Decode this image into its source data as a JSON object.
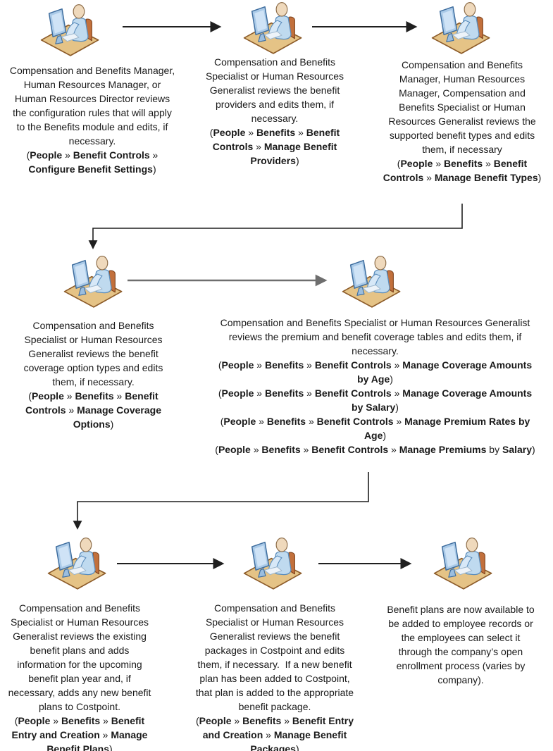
{
  "colors": {
    "text": "#1a1a1a",
    "arrow": "#1f1f1f",
    "arrow_secondary": "#6e6e6e",
    "desk_fill": "#E5C386",
    "desk_stroke": "#8C5B29",
    "chair_fill": "#C2703C",
    "chair_stroke": "#7E431D",
    "head_fill": "#EFD9BC",
    "head_stroke": "#8F6F4B",
    "body_fill": "#BFDAEF",
    "body_stroke": "#5B8DBC",
    "arm_fill": "#D7E8F7",
    "kbd_fill": "#EDF3F9",
    "kbd_stroke": "#9FB8CE",
    "monitor_fill": "#AACAE8",
    "monitor_stroke": "#3E6D9E",
    "screen_fill": "#CFE3F6",
    "stand_fill": "#9BBEDF"
  },
  "icon_legend": {
    "person": "person-at-computer-icon"
  },
  "flow": [
    {
      "from": "step-1",
      "to": "step-2"
    },
    {
      "from": "step-2",
      "to": "step-3"
    },
    {
      "from": "step-3",
      "to": "step-4"
    },
    {
      "from": "step-4",
      "to": "step-5"
    },
    {
      "from": "step-5",
      "to": "step-6"
    },
    {
      "from": "step-6",
      "to": "step-7"
    },
    {
      "from": "step-7",
      "to": "step-8"
    }
  ],
  "steps": [
    {
      "name": "step-1",
      "segments": [
        {
          "t": "Compensation and Benefits Manager, Human Resources Manager, or Human Resources Director reviews the configuration rules that will apply to the Benefits module and edits, if necessary.\n",
          "b": false
        },
        {
          "t": "(",
          "b": false
        },
        {
          "t": "People",
          "b": true
        },
        {
          "t": " » ",
          "b": false
        },
        {
          "t": "Benefit Controls",
          "b": true
        },
        {
          "t": " » ",
          "b": false
        },
        {
          "t": "Configure Benefit Settings",
          "b": true
        },
        {
          "t": ")",
          "b": false
        }
      ]
    },
    {
      "name": "step-2",
      "segments": [
        {
          "t": "Compensation and Benefits Specialist or Human Resources Generalist reviews the benefit providers and edits them, if necessary.\n",
          "b": false
        },
        {
          "t": "(",
          "b": false
        },
        {
          "t": "People",
          "b": true
        },
        {
          "t": " » ",
          "b": false
        },
        {
          "t": "Benefits",
          "b": true
        },
        {
          "t": " » ",
          "b": false
        },
        {
          "t": "Benefit Controls",
          "b": true
        },
        {
          "t": " » ",
          "b": false
        },
        {
          "t": "Manage Benefit Providers",
          "b": true
        },
        {
          "t": ")",
          "b": false
        }
      ]
    },
    {
      "name": "step-3",
      "segments": [
        {
          "t": "Compensation and Benefits Manager, Human Resources Manager, Compensation and Benefits Specialist or Human Resources Generalist reviews the supported benefit types and edits them, if necessary\n",
          "b": false
        },
        {
          "t": "(",
          "b": false
        },
        {
          "t": "People",
          "b": true
        },
        {
          "t": " » ",
          "b": false
        },
        {
          "t": "Benefits",
          "b": true
        },
        {
          "t": " » ",
          "b": false
        },
        {
          "t": "Benefit Controls",
          "b": true
        },
        {
          "t": " » ",
          "b": false
        },
        {
          "t": "Manage Benefit Types",
          "b": true
        },
        {
          "t": ")",
          "b": false
        }
      ]
    },
    {
      "name": "step-4",
      "segments": [
        {
          "t": "Compensation and Benefits Specialist or Human Resources Generalist reviews the benefit coverage option types and edits them, if necessary.\n",
          "b": false
        },
        {
          "t": "(",
          "b": false
        },
        {
          "t": "People",
          "b": true
        },
        {
          "t": " » ",
          "b": false
        },
        {
          "t": "Benefits",
          "b": true
        },
        {
          "t": " » ",
          "b": false
        },
        {
          "t": "Benefit Controls",
          "b": true
        },
        {
          "t": " » ",
          "b": false
        },
        {
          "t": "Manage Coverage Options",
          "b": true
        },
        {
          "t": ")",
          "b": false
        }
      ]
    },
    {
      "name": "step-5",
      "segments": [
        {
          "t": "Compensation and Benefits Specialist or Human Resources Generalist reviews the premium and benefit coverage tables and edits them, if necessary.\n",
          "b": false
        },
        {
          "t": "(",
          "b": false
        },
        {
          "t": "People",
          "b": true
        },
        {
          "t": " » ",
          "b": false
        },
        {
          "t": "Benefits",
          "b": true
        },
        {
          "t": " » ",
          "b": false
        },
        {
          "t": "Benefit Controls",
          "b": true
        },
        {
          "t": " » ",
          "b": false
        },
        {
          "t": "Manage Coverage Amounts by Age",
          "b": true
        },
        {
          "t": ")\n",
          "b": false
        },
        {
          "t": "(",
          "b": false
        },
        {
          "t": "People",
          "b": true
        },
        {
          "t": " » ",
          "b": false
        },
        {
          "t": "Benefits",
          "b": true
        },
        {
          "t": " » ",
          "b": false
        },
        {
          "t": "Benefit Controls",
          "b": true
        },
        {
          "t": " » ",
          "b": false
        },
        {
          "t": "Manage Coverage Amounts by Salary",
          "b": true
        },
        {
          "t": ")\n",
          "b": false
        },
        {
          "t": "(",
          "b": false
        },
        {
          "t": "People",
          "b": true
        },
        {
          "t": " » ",
          "b": false
        },
        {
          "t": "Benefits",
          "b": true
        },
        {
          "t": " » ",
          "b": false
        },
        {
          "t": "Benefit Controls",
          "b": true
        },
        {
          "t": " » ",
          "b": false
        },
        {
          "t": "Manage Premium Rates by Age",
          "b": true
        },
        {
          "t": ")\n",
          "b": false
        },
        {
          "t": "(",
          "b": false
        },
        {
          "t": "People",
          "b": true
        },
        {
          "t": " » ",
          "b": false
        },
        {
          "t": "Benefits",
          "b": true
        },
        {
          "t": " » ",
          "b": false
        },
        {
          "t": "Benefit Controls",
          "b": true
        },
        {
          "t": " » ",
          "b": false
        },
        {
          "t": "Manage Premiums",
          "b": true
        },
        {
          "t": " by ",
          "b": false
        },
        {
          "t": "Salary",
          "b": true
        },
        {
          "t": ")",
          "b": false
        }
      ]
    },
    {
      "name": "step-6",
      "segments": [
        {
          "t": "Compensation and Benefits Specialist or Human Resources Generalist reviews the existing benefit plans and adds information for the upcoming benefit plan year and, if necessary, adds any new benefit plans to Costpoint.\n",
          "b": false
        },
        {
          "t": "(",
          "b": false
        },
        {
          "t": "People",
          "b": true
        },
        {
          "t": " » ",
          "b": false
        },
        {
          "t": "Benefits",
          "b": true
        },
        {
          "t": " » ",
          "b": false
        },
        {
          "t": "Benefit Entry and Creation",
          "b": true
        },
        {
          "t": " » ",
          "b": false
        },
        {
          "t": "Manage Benefit Plans",
          "b": true
        },
        {
          "t": ")",
          "b": false
        }
      ]
    },
    {
      "name": "step-7",
      "segments": [
        {
          "t": "Compensation and Benefits Specialist or Human Resources Generalist reviews the benefit packages in Costpoint and edits them, if necessary.  If a new benefit plan has been added to Costpoint, that plan is added to the appropriate benefit package.\n",
          "b": false
        },
        {
          "t": "(",
          "b": false
        },
        {
          "t": "People",
          "b": true
        },
        {
          "t": " » ",
          "b": false
        },
        {
          "t": "Benefits",
          "b": true
        },
        {
          "t": " » ",
          "b": false
        },
        {
          "t": "Benefit Entry and Creation",
          "b": true
        },
        {
          "t": " » ",
          "b": false
        },
        {
          "t": "Manage Benefit Packages",
          "b": true
        },
        {
          "t": ")",
          "b": false
        }
      ]
    },
    {
      "name": "step-8",
      "segments": [
        {
          "t": "Benefit plans are now available to be added to employee records or the employees can select it through the company’s open enrollment process (varies by company).",
          "b": false
        }
      ]
    }
  ]
}
